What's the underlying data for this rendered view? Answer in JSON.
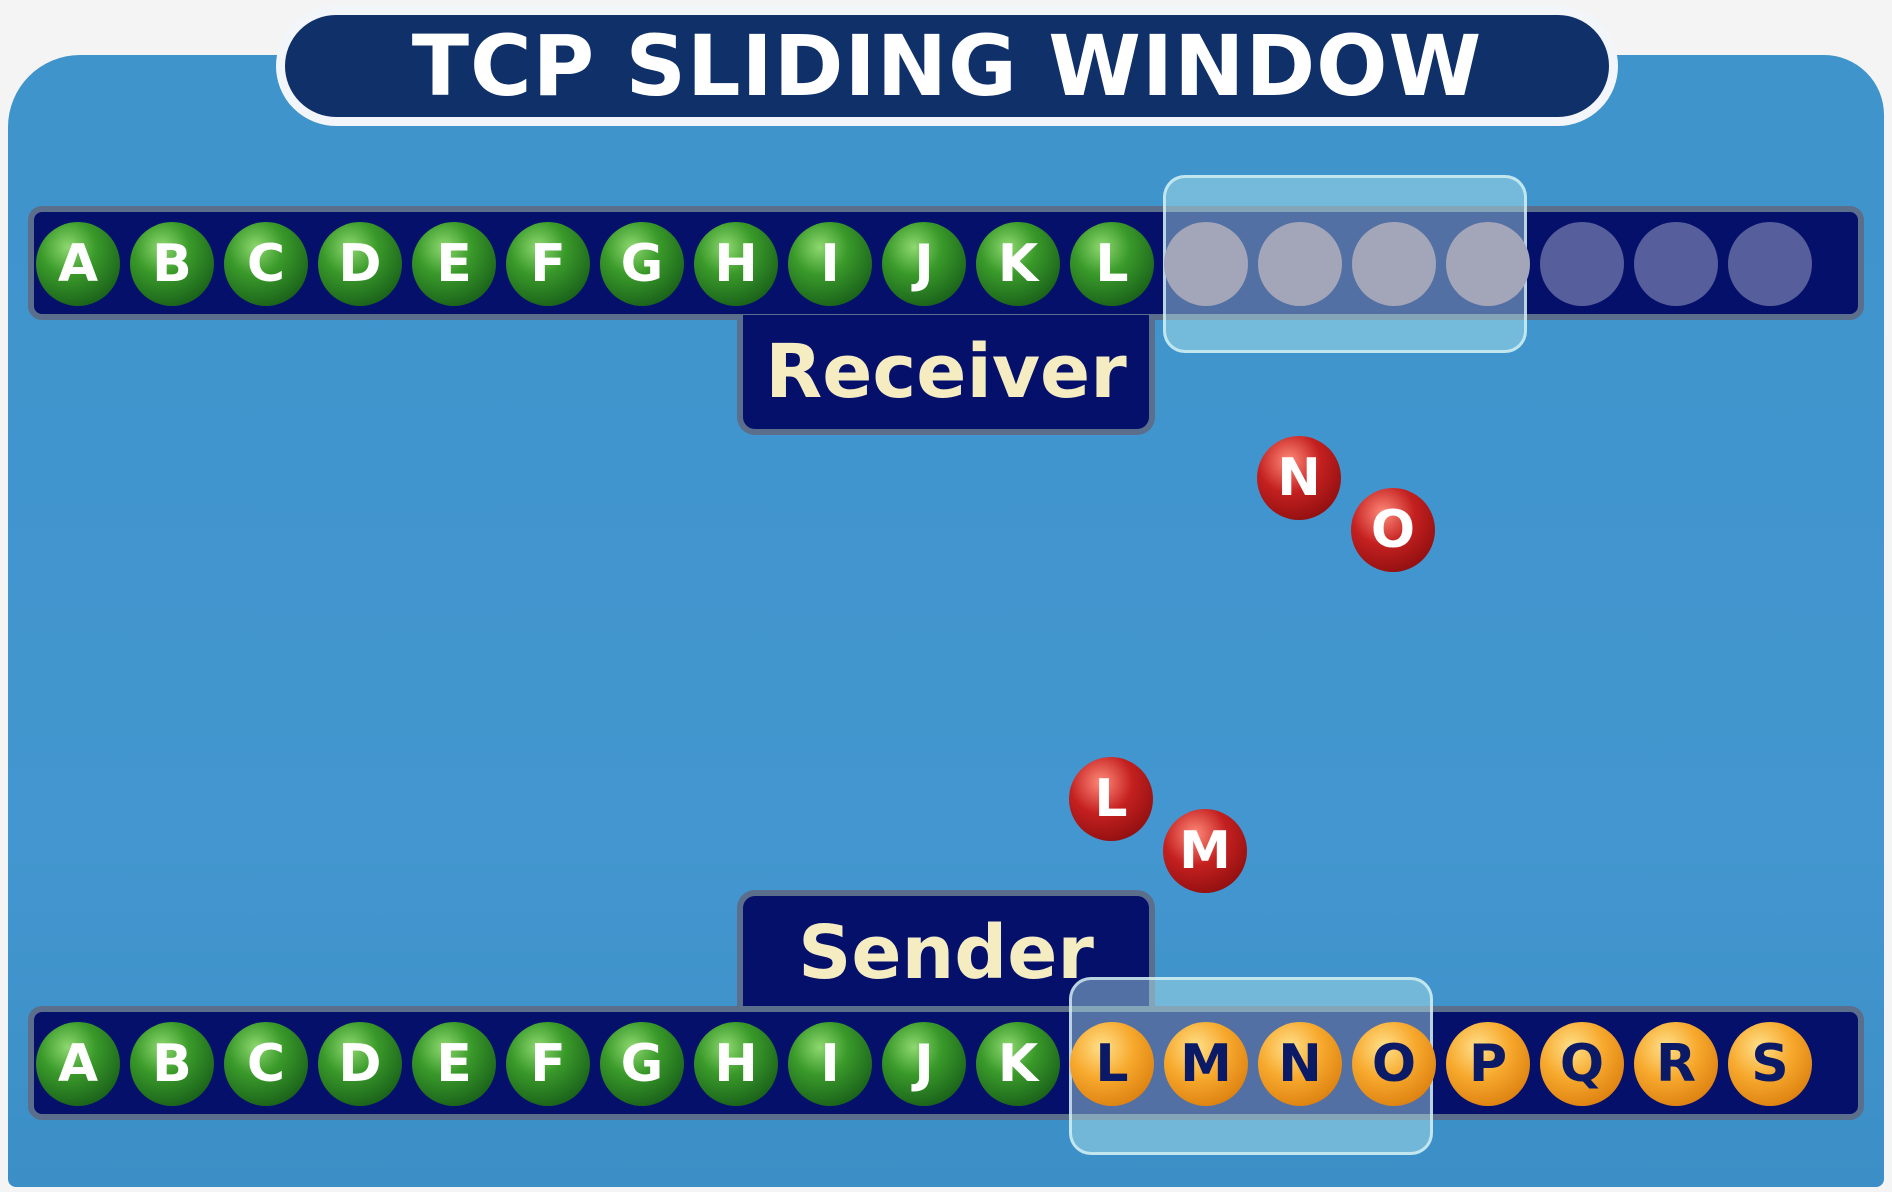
{
  "title": "TCP SLIDING WINDOW",
  "receiver": {
    "label": "Receiver",
    "received": [
      "A",
      "B",
      "C",
      "D",
      "E",
      "F",
      "G",
      "H",
      "I",
      "J",
      "K",
      "L"
    ],
    "window_slot_count": 4,
    "remaining_slot_count": 3
  },
  "sender": {
    "label": "Sender",
    "acknowledged": [
      "A",
      "B",
      "C",
      "D",
      "E",
      "F",
      "G",
      "H",
      "I",
      "J",
      "K"
    ],
    "window": [
      "L",
      "M",
      "N",
      "O"
    ],
    "pending": [
      "P",
      "Q",
      "R",
      "S"
    ]
  },
  "in_flight_to_receiver": [
    "N",
    "O"
  ],
  "in_flight_from_sender": [
    "L",
    "M"
  ],
  "colors": {
    "received": "#2f8a24",
    "unsent": "#f0a024",
    "in_flight": "#b01818",
    "bar": "#04106a",
    "background": "#4396cf"
  }
}
